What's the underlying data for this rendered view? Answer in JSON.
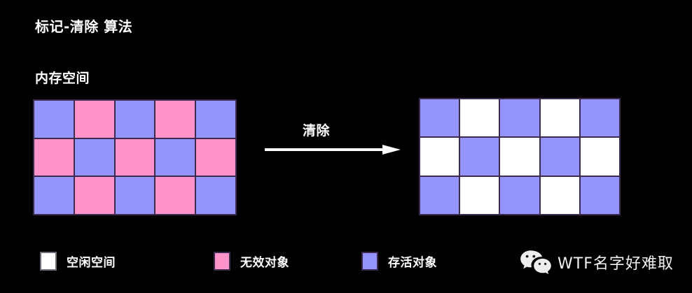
{
  "page": {
    "title": "标记-清除 算法",
    "section_label": "内存空间",
    "background_color": "#000000",
    "text_color": "#ffffff"
  },
  "colors": {
    "live_object": "#9494fa",
    "dead_object": "#ff94cc",
    "free_space": "#ffffff",
    "cell_border": "#3b2a4d"
  },
  "diagram": {
    "before": {
      "name": "内存空间",
      "columns": 5,
      "rows": 3,
      "cells": [
        [
          "live",
          "dead",
          "live",
          "dead",
          "live"
        ],
        [
          "dead",
          "live",
          "dead",
          "live",
          "dead"
        ],
        [
          "live",
          "dead",
          "live",
          "dead",
          "live"
        ]
      ]
    },
    "transition": {
      "label": "清除",
      "arrow_direction": "right"
    },
    "after": {
      "columns": 5,
      "rows": 3,
      "cells": [
        [
          "live",
          "free",
          "live",
          "free",
          "live"
        ],
        [
          "free",
          "live",
          "free",
          "live",
          "free"
        ],
        [
          "live",
          "free",
          "live",
          "free",
          "live"
        ]
      ]
    }
  },
  "legend": {
    "items": [
      {
        "key": "free",
        "swatch": "free",
        "label": "空闲空间"
      },
      {
        "key": "dead",
        "swatch": "dead",
        "label": "无效对象"
      },
      {
        "key": "live",
        "swatch": "live",
        "label": "存活对象"
      }
    ]
  },
  "watermark": {
    "icon": "wechat-icon",
    "text": "WTF名字好难取"
  }
}
